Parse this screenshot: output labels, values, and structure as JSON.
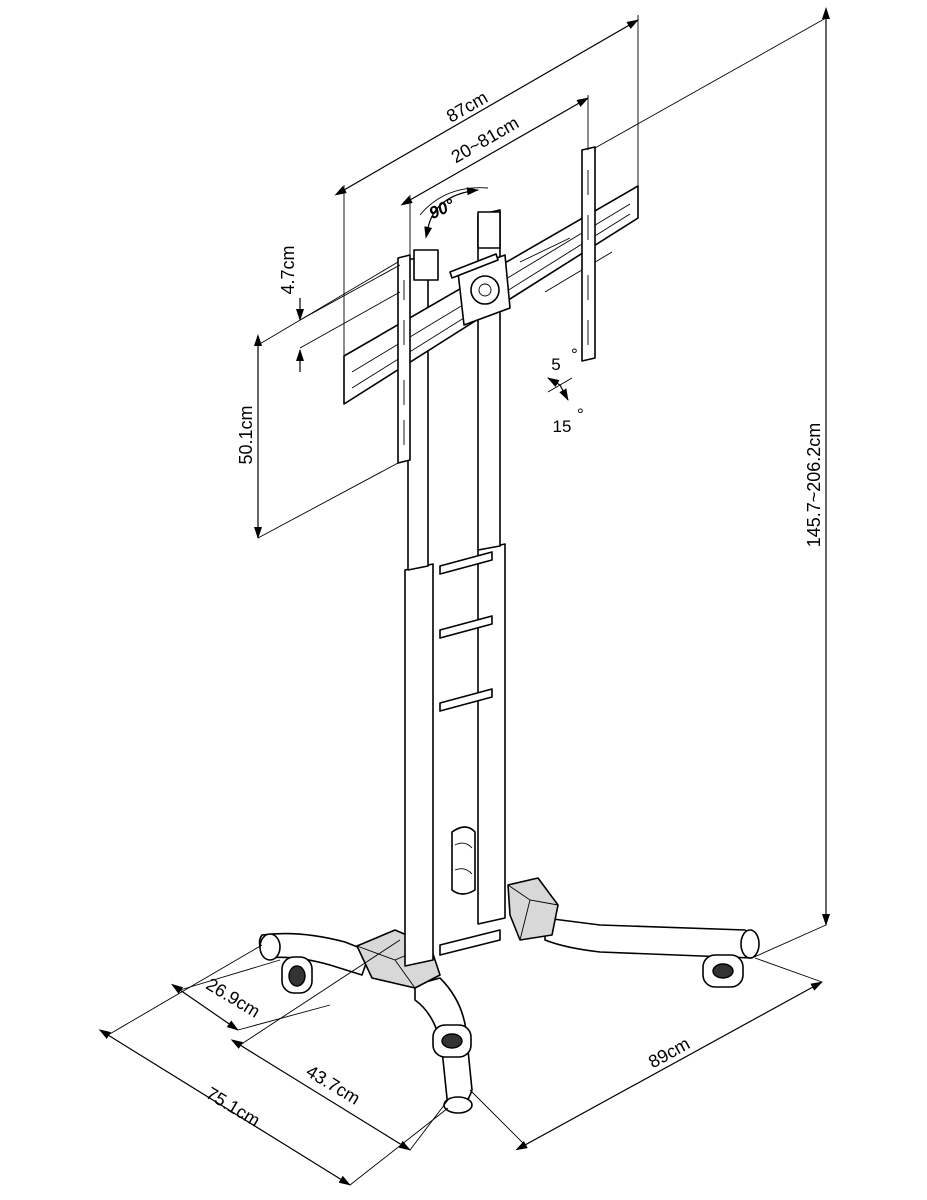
{
  "dimensions": {
    "top_width": "87cm",
    "bracket_width": "20~81cm",
    "bracket_offset": "4.7cm",
    "bracket_height": "50.1cm",
    "total_height": "145.7~206.2cm",
    "base_width": "89cm",
    "base_depth": "75.1cm",
    "leg_front": "43.7cm",
    "caster_offset": "26.9cm"
  },
  "angles": {
    "rotate": "90°",
    "tilt_up": "5",
    "tilt_down": "15",
    "degree": "°"
  }
}
